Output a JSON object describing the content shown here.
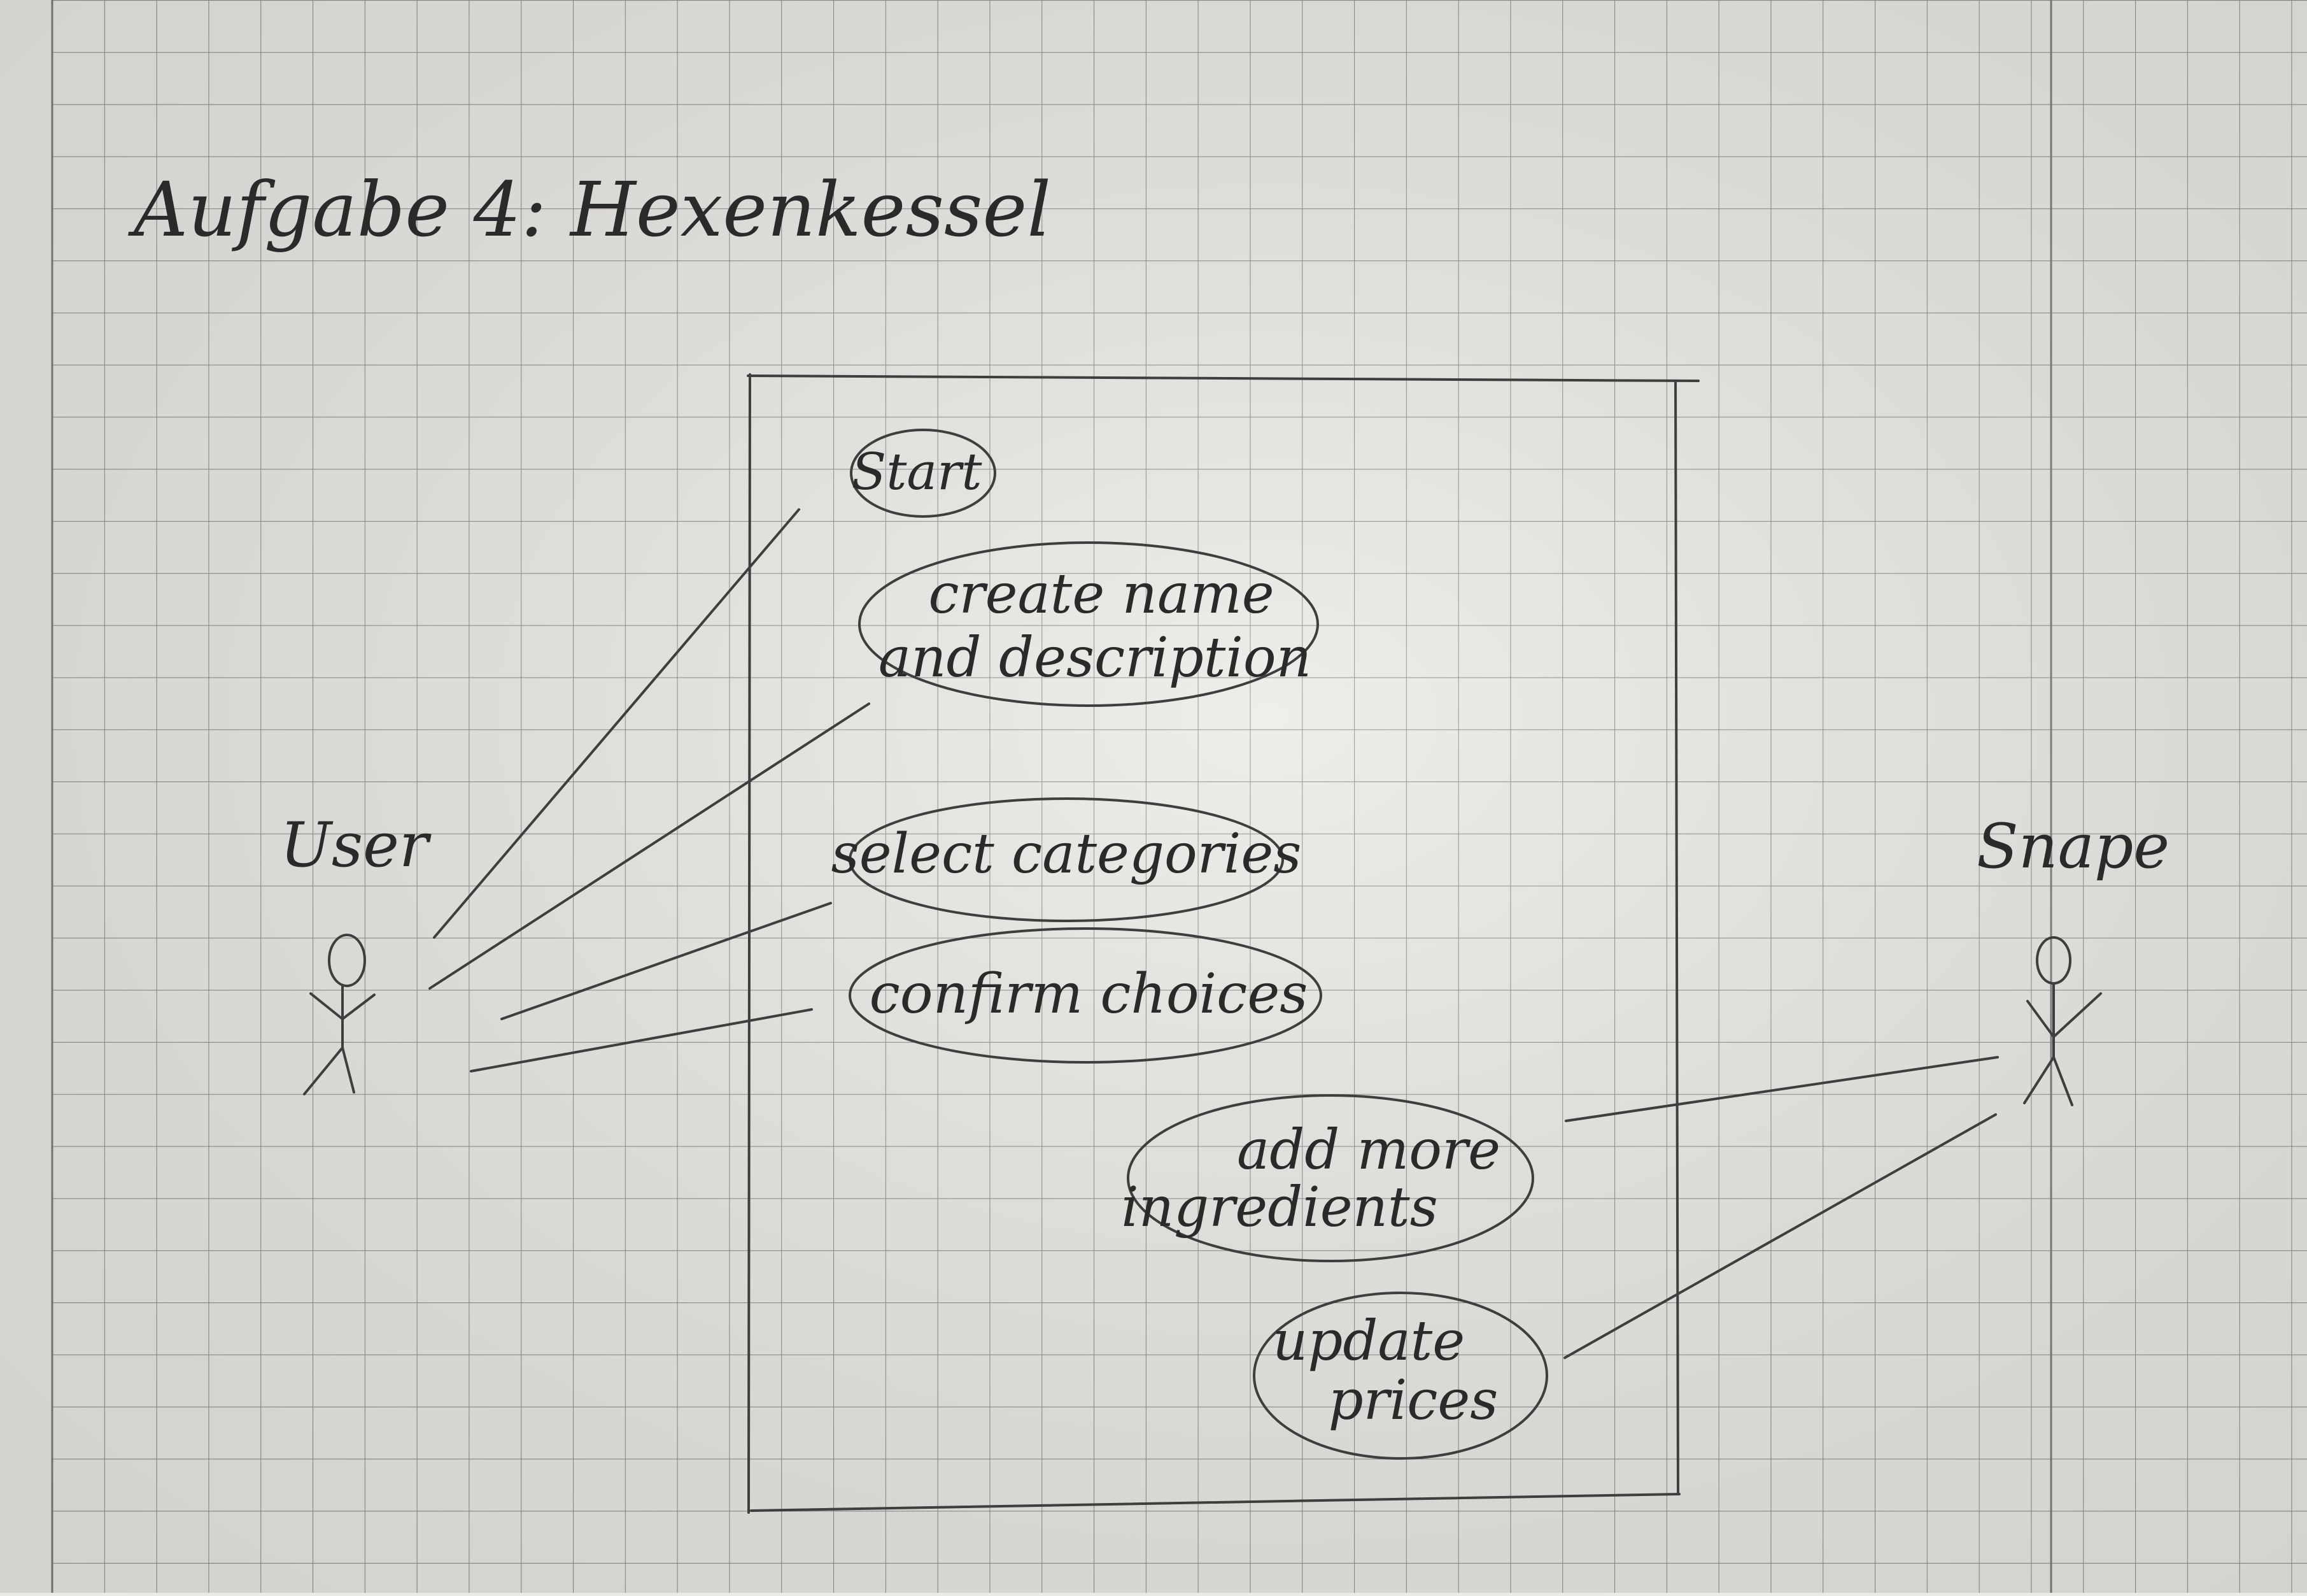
{
  "page": {
    "heading": "Aufgabe 4: Hexenkessel"
  },
  "actors": [
    {
      "id": "user",
      "label": "User"
    },
    {
      "id": "snape",
      "label": "Snape"
    }
  ],
  "use_cases": [
    {
      "id": "start",
      "lines": [
        "Start"
      ]
    },
    {
      "id": "create-name-and-description",
      "lines": [
        "create name",
        "and description"
      ]
    },
    {
      "id": "select-categories",
      "lines": [
        "select categories"
      ]
    },
    {
      "id": "confirm-choices",
      "lines": [
        "confirm choices"
      ]
    },
    {
      "id": "add-more-ingredients",
      "lines": [
        "add more",
        "ingredients"
      ]
    },
    {
      "id": "update-prices",
      "lines": [
        "update",
        "prices"
      ]
    }
  ],
  "associations": [
    {
      "actor": "user",
      "use_case": "start"
    },
    {
      "actor": "user",
      "use_case": "create-name-and-description"
    },
    {
      "actor": "user",
      "use_case": "select-categories"
    },
    {
      "actor": "user",
      "use_case": "confirm-choices"
    },
    {
      "actor": "snape",
      "use_case": "add-more-ingredients"
    },
    {
      "actor": "snape",
      "use_case": "update-prices"
    }
  ],
  "colors": {
    "paper": "#eceae6",
    "grid": "#8e8e8c",
    "grid_major": "#7a7a78",
    "pencil": "#3e3e3e",
    "ink": "#2a2a2a"
  }
}
